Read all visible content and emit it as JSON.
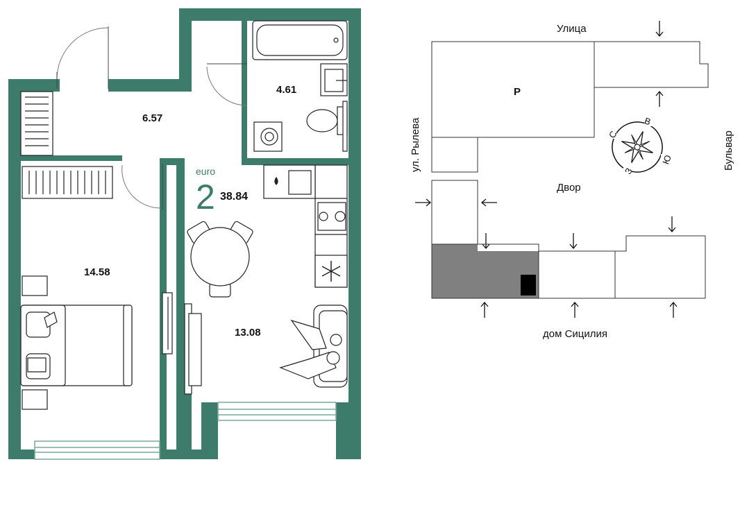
{
  "floorplan": {
    "wall_color": "#3d7c6a",
    "type_label": "euro",
    "type_number": "2",
    "total_area": "38.84",
    "rooms": {
      "hall": "6.57",
      "bathroom": "4.61",
      "bedroom": "14.58",
      "kitchen_living": "13.08"
    }
  },
  "siteplan": {
    "street_top": "Улица",
    "street_left": "ул. Рылева",
    "street_right": "Бульвар",
    "bottom_label": "дом Сицилия",
    "courtyard": "Двор",
    "parking_label": "P",
    "highlight_color": "#808080",
    "compass": {
      "n": "С",
      "e": "В",
      "s": "Ю",
      "w": "З"
    }
  }
}
